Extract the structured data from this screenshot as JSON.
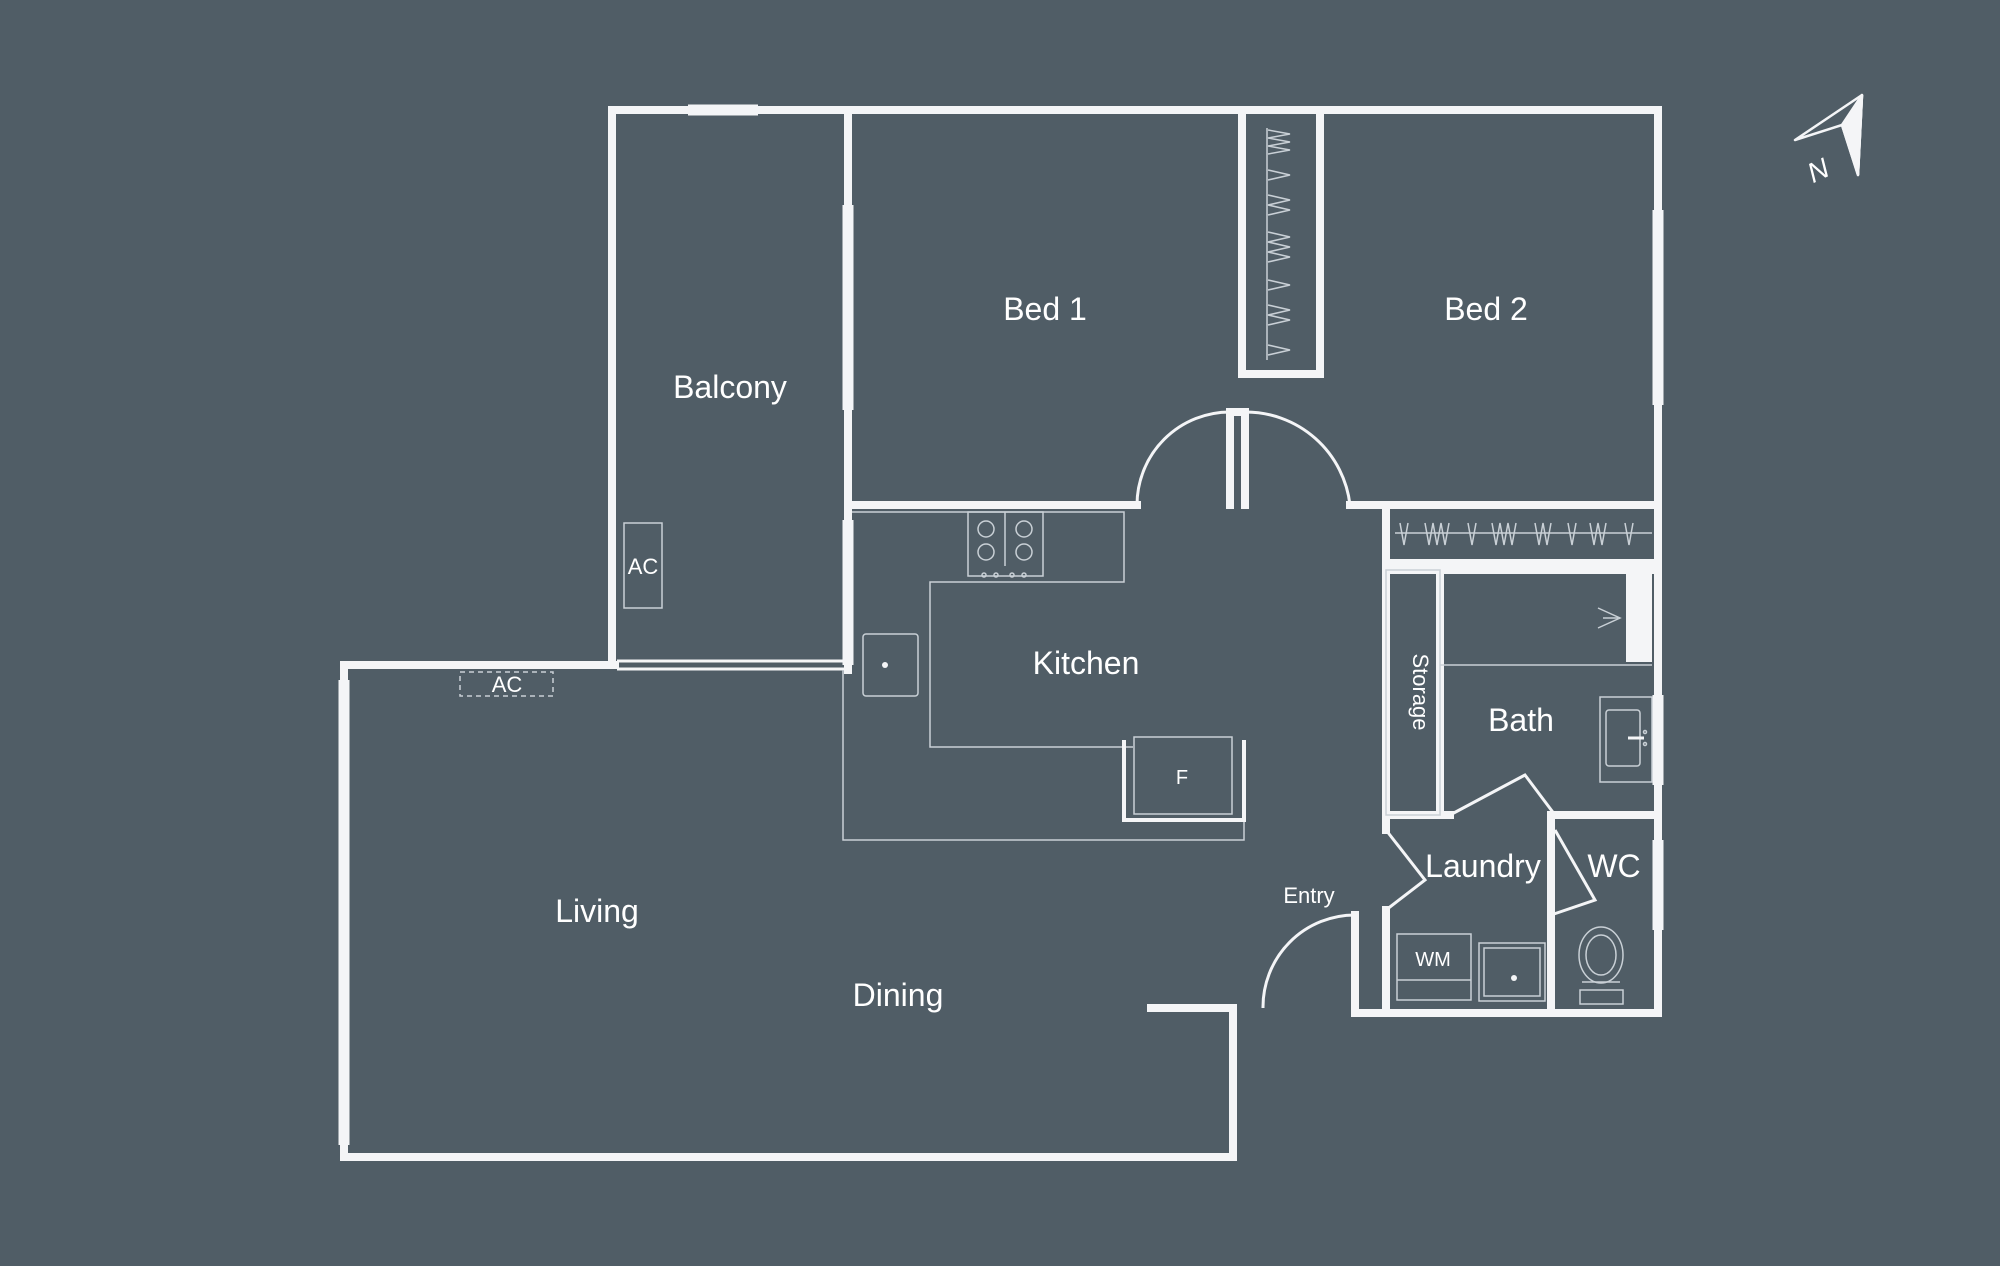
{
  "colors": {
    "background": "#505d66",
    "wall": "#f4f5f7",
    "fixture_line": "#c9d0d6"
  },
  "icons": {
    "north_arrow": "north-arrow-icon",
    "cooktop": "cooktop-icon",
    "sink": "sink-icon",
    "toilet": "toilet-icon",
    "wardrobe": "wardrobe-icon"
  },
  "rooms": {
    "balcony": "Balcony",
    "bed1": "Bed 1",
    "bed2": "Bed 2",
    "kitchen": "Kitchen",
    "living": "Living",
    "dining": "Dining",
    "bath": "Bath",
    "laundry": "Laundry",
    "wc": "WC",
    "storage": "Storage",
    "entry": "Entry"
  },
  "fixtures": {
    "ac_balcony": "AC",
    "ac_living": "AC",
    "fridge": "F",
    "washing_machine": "WM"
  },
  "compass": {
    "north_letter": "N"
  }
}
